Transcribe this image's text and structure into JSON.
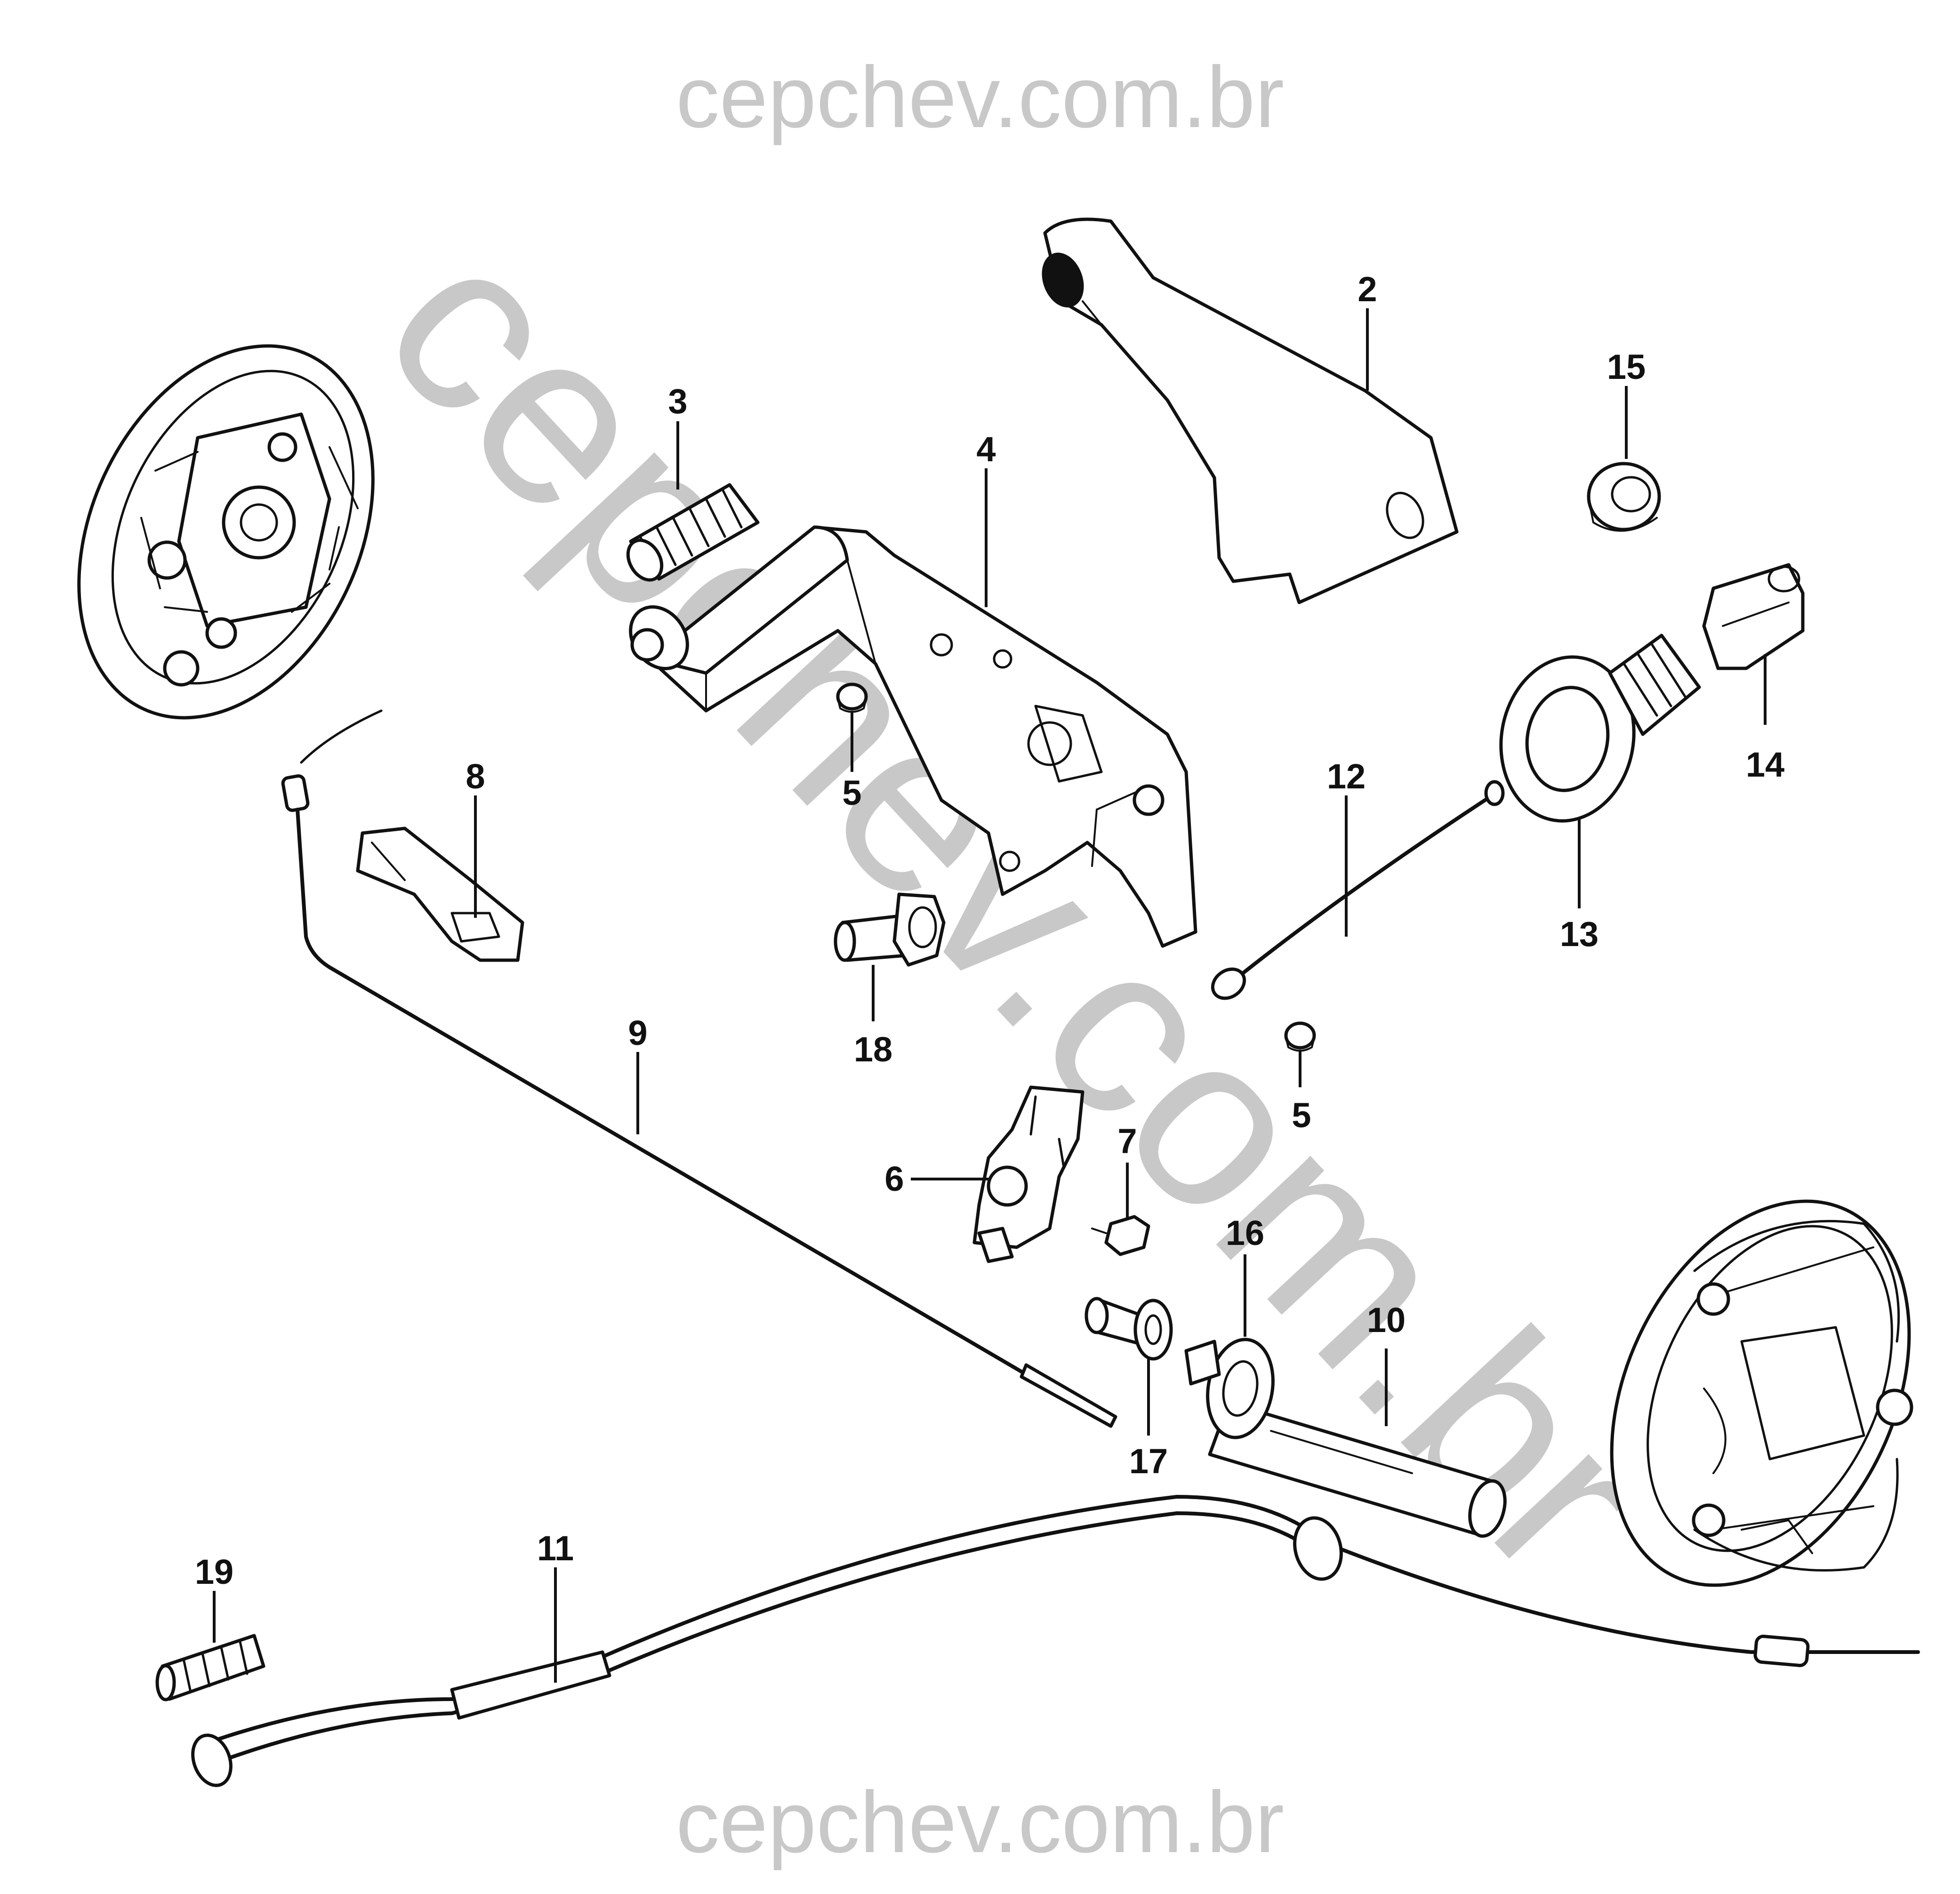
{
  "colors": {
    "line": "#111111",
    "watermark": "#c8c8c8",
    "background": "#ffffff"
  },
  "watermarks": {
    "top": "cepchev.com.br",
    "bottom": "cepchev.com.br",
    "diagonal": "cepchev.com.br"
  },
  "callouts": {
    "c2": "2",
    "c3": "3",
    "c4": "4",
    "c5a": "5",
    "c5b": "5",
    "c6": "6",
    "c7": "7",
    "c8": "8",
    "c9": "9",
    "c10": "10",
    "c11": "11",
    "c12": "12",
    "c13": "13",
    "c14": "14",
    "c15": "15",
    "c16": "16",
    "c17": "17",
    "c18": "18",
    "c19": "19"
  }
}
